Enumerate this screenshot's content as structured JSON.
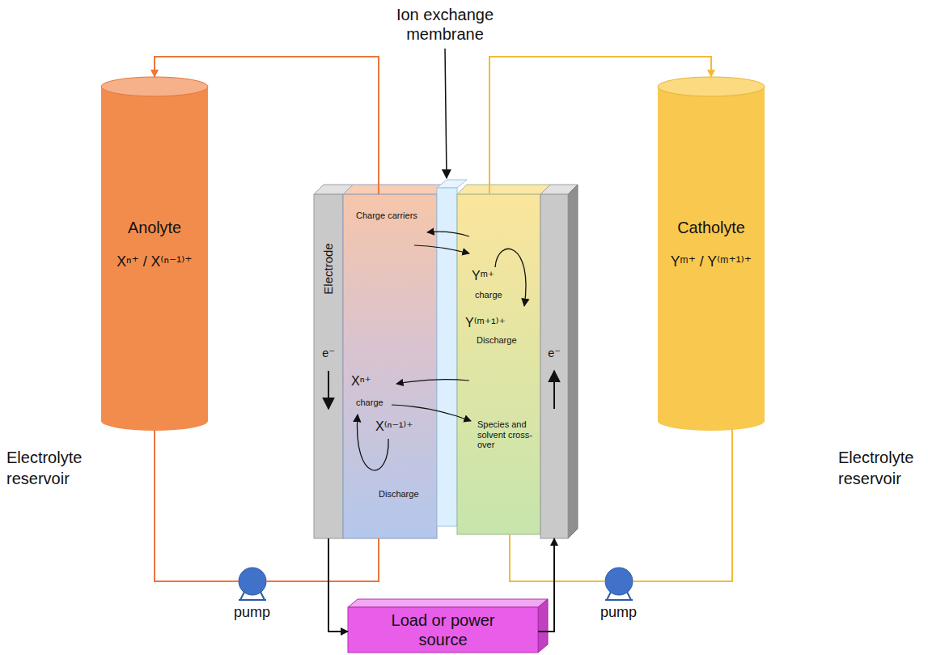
{
  "diagram": {
    "nodes": [
      {
        "text": [
          "Anolyte",
          "Xⁿ⁺ / X⁽ⁿ⁻¹⁾⁺"
        ]
      },
      {
        "text": [
          "Electrode",
          "e⁻"
        ]
      },
      {
        "text": [
          "Charge carriers",
          "Xⁿ⁺",
          "charge",
          "X⁽ⁿ⁻¹⁾⁺",
          "Discharge"
        ]
      },
      {
        "text": [
          "Yᵐ⁺",
          "charge",
          "Y⁽ᵐ⁺¹⁾⁺",
          "Discharge",
          "Species and solvent cross-over"
        ]
      },
      {
        "text": [
          "e⁻"
        ]
      },
      {
        "text": [
          "Catholyte",
          "Yᵐ⁺ / Y⁽ᵐ⁺¹⁾⁺"
        ]
      },
      {
        "text": [
          "pump"
        ]
      },
      {
        "text": [
          "pump"
        ]
      },
      {
        "text": [
          "Load or power source"
        ]
      }
    ],
    "edges": [
      {
        "from": 2,
        "to": 0,
        "arrow": "to"
      },
      {
        "from": 0,
        "to": 6,
        "arrow": "none"
      },
      {
        "from": 6,
        "to": 2,
        "arrow": "none"
      },
      {
        "from": 3,
        "to": 5,
        "arrow": "to"
      },
      {
        "from": 3,
        "to": 7,
        "arrow": "none"
      },
      {
        "from": 7,
        "to": 5,
        "arrow": "none"
      },
      {
        "from": 1,
        "to": 8,
        "arrow": "to"
      },
      {
        "from": 8,
        "to": 4,
        "arrow": "to"
      }
    ],
    "labels": [
      "Ion exchange membrane",
      "Electrolyte reservoir",
      "Electrolyte reservoir"
    ]
  }
}
